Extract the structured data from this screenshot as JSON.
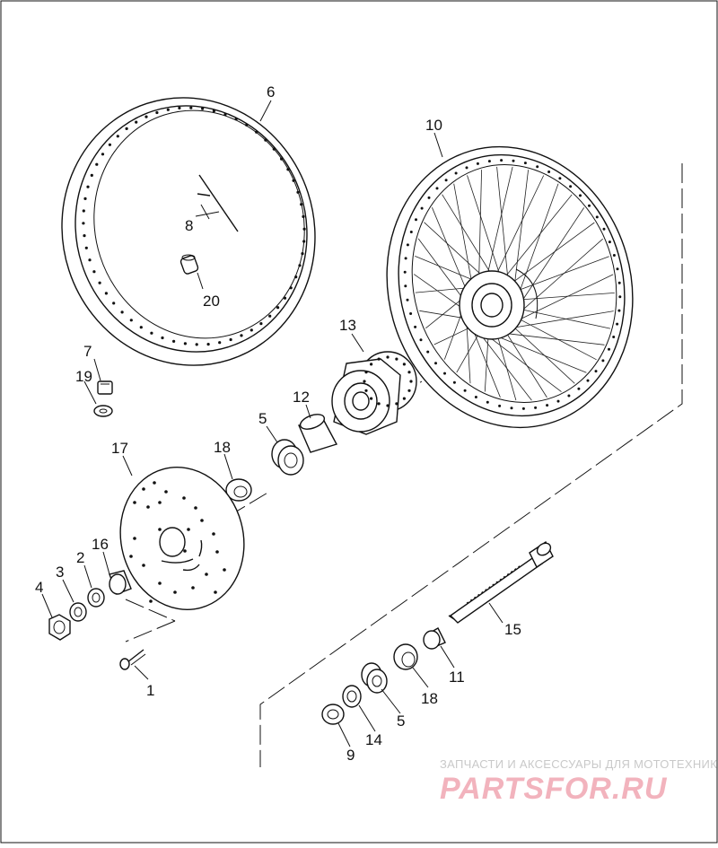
{
  "diagram": {
    "callouts": [
      "6",
      "10",
      "8",
      "20",
      "7",
      "19",
      "13",
      "12",
      "5",
      "18",
      "17",
      "16",
      "2",
      "3",
      "4",
      "1",
      "15",
      "11",
      "18",
      "5",
      "14",
      "9"
    ]
  },
  "watermark": {
    "tagline": "ЗАПЧАСТИ И АКСЕССУАРЫ ДЛЯ МОТОТЕХНИКИ",
    "brand": "PARTSFOR.RU",
    "color": "#e23b52"
  },
  "colors": {
    "line": "#111111",
    "background": "#ffffff"
  }
}
